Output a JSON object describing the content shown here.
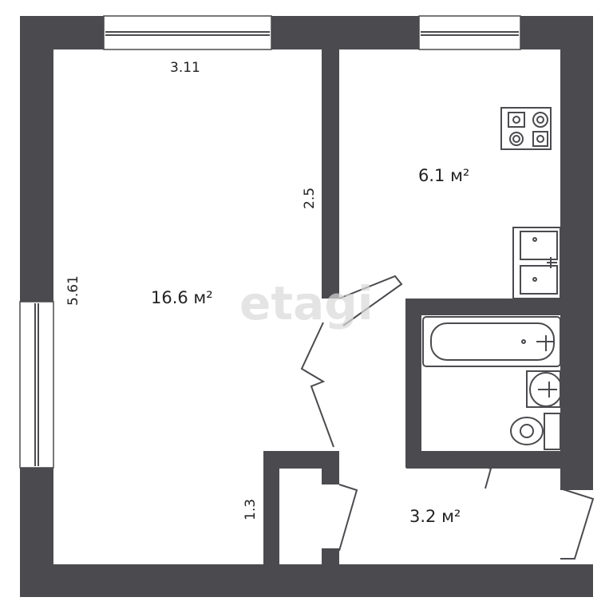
{
  "rooms": [
    {
      "name": "room-living",
      "area": "16.6 м²"
    },
    {
      "name": "room-kitchen",
      "area": "6.1 м²"
    },
    {
      "name": "room-hall",
      "area": "3.2 м²"
    }
  ],
  "dimensions": {
    "living_top": "3.11",
    "living_left": "5.61",
    "partition": "2.5",
    "hall_side": "1.3"
  },
  "watermark": "etagi",
  "colors": {
    "wall": "#4b4b4f",
    "floor": "#ffffff"
  },
  "icons": [
    "stove-icon",
    "sink-icon",
    "bathtub-icon",
    "washbasin-icon",
    "toilet-icon",
    "door-icon",
    "window-icon"
  ]
}
